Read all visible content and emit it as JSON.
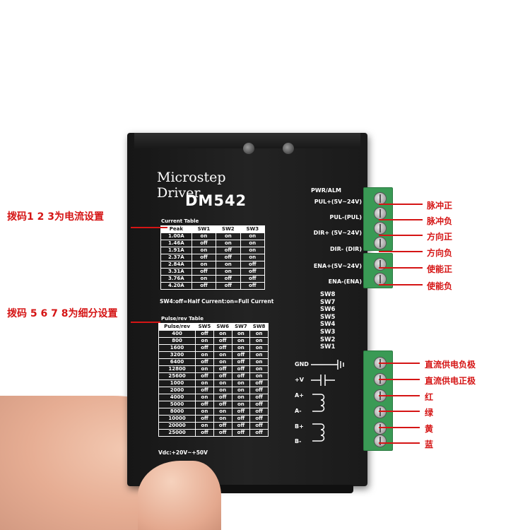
{
  "device": {
    "title": "Microstep Driver",
    "model": "DM542",
    "pwr_alm": "PWR/ALM",
    "current_table_label": "Current Table",
    "current_table": {
      "headers": [
        "Peak",
        "SW1",
        "SW2",
        "SW3"
      ],
      "rows": [
        [
          "1.00A",
          "on",
          "on",
          "on"
        ],
        [
          "1.46A",
          "off",
          "on",
          "on"
        ],
        [
          "1.91A",
          "on",
          "off",
          "on"
        ],
        [
          "2.37A",
          "off",
          "off",
          "on"
        ],
        [
          "2.84A",
          "on",
          "on",
          "off"
        ],
        [
          "3.31A",
          "off",
          "on",
          "off"
        ],
        [
          "3.76A",
          "on",
          "off",
          "off"
        ],
        [
          "4.20A",
          "off",
          "off",
          "off"
        ]
      ]
    },
    "sw4_note": "SW4:off=Half Current:on=Full Current",
    "pulse_table_label": "Pulse/rev Table",
    "pulse_table": {
      "headers": [
        "Pulse/rev",
        "SW5",
        "SW6",
        "SW7",
        "SW8"
      ],
      "rows": [
        [
          "400",
          "off",
          "on",
          "on",
          "on"
        ],
        [
          "800",
          "on",
          "off",
          "on",
          "on"
        ],
        [
          "1600",
          "off",
          "off",
          "on",
          "on"
        ],
        [
          "3200",
          "on",
          "on",
          "off",
          "on"
        ],
        [
          "6400",
          "off",
          "on",
          "off",
          "on"
        ],
        [
          "12800",
          "on",
          "off",
          "off",
          "on"
        ],
        [
          "25600",
          "off",
          "off",
          "off",
          "on"
        ],
        [
          "1000",
          "on",
          "on",
          "on",
          "off"
        ],
        [
          "2000",
          "off",
          "on",
          "on",
          "off"
        ],
        [
          "4000",
          "on",
          "off",
          "on",
          "off"
        ],
        [
          "5000",
          "off",
          "off",
          "on",
          "off"
        ],
        [
          "8000",
          "on",
          "on",
          "off",
          "off"
        ],
        [
          "10000",
          "off",
          "on",
          "off",
          "off"
        ],
        [
          "20000",
          "on",
          "off",
          "off",
          "off"
        ],
        [
          "25000",
          "off",
          "off",
          "off",
          "off"
        ]
      ]
    },
    "vdc": "Vdc:+20V~+50V",
    "signal_labels": [
      "PUL+(5V~24V)",
      "PUL-(PUL)",
      "DIR+ (5V~24V)",
      "DIR- (DIR)",
      "ENA+(5V~24V)",
      "ENA-(ENA)"
    ],
    "switches": [
      "SW8",
      "SW7",
      "SW6",
      "SW5",
      "SW4",
      "SW3",
      "SW2",
      "SW1"
    ],
    "power_labels": [
      "GND",
      "+V",
      "A+",
      "A-",
      "B+",
      "B-"
    ]
  },
  "annotations": {
    "left": [
      "拨码1 2 3为电流设置",
      "拨码 5 6 7 8为细分设置"
    ],
    "right_signal": [
      "脉冲正",
      "脉冲负",
      "方向正",
      "方向负",
      "使能正",
      "使能负"
    ],
    "right_power": [
      "直流供电负极",
      "直流供电正极",
      "红",
      "绿",
      "黄",
      "蓝"
    ]
  },
  "colors": {
    "annotation": "#d51515",
    "terminal": "#3a9a55",
    "body": "#1e1e1e"
  }
}
